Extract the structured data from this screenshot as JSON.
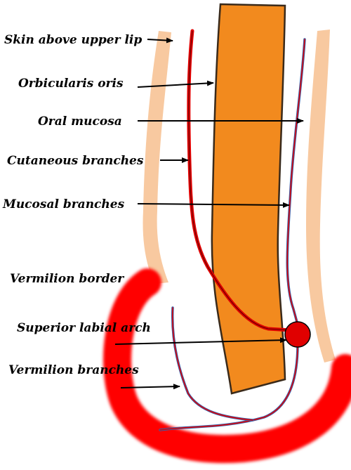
{
  "labels": {
    "skin": "Skin above upper lip",
    "orbicularis": "Orbicularis oris",
    "oral_mucosa": "Oral mucosa",
    "cutaneous": "Cutaneous branches",
    "mucosal": "Mucosal branches",
    "vermilion_border": "Vermilion border",
    "labial_arch": "Superior labial arch",
    "vermilion_branches": "Vermilion branches"
  },
  "colors": {
    "skin": "#f8c9a0",
    "muscle": "#f28a1e",
    "muscle_edge": "#3a2a1a",
    "artery": "#e00000",
    "vermilion": "#ff0000",
    "vessel_outline": "#3a5ea8",
    "text": "#000000"
  }
}
